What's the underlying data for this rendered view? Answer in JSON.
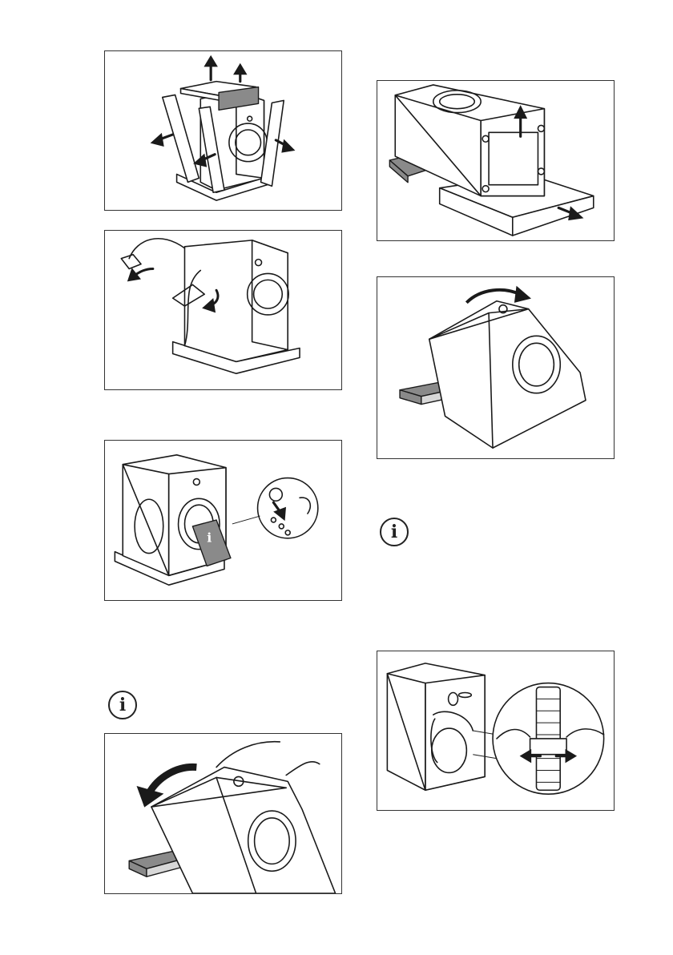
{
  "page": {
    "background": "#ffffff",
    "line_color": "#1a1a1a",
    "accent_gray": "#8a8a8a"
  },
  "figures": [
    {
      "id": "fig-1",
      "icon": "remove-packaging-top-and-corners-illustration"
    },
    {
      "id": "fig-2",
      "icon": "remove-plastic-bag-illustration"
    },
    {
      "id": "fig-3",
      "icon": "remove-accessories-from-drum-illustration"
    },
    {
      "id": "fig-4",
      "icon": "tilt-appliance-backward-illustration"
    },
    {
      "id": "fig-5",
      "icon": "lift-packaging-from-base-illustration"
    },
    {
      "id": "fig-6",
      "icon": "tilt-appliance-sideways-illustration"
    },
    {
      "id": "fig-7",
      "icon": "remove-hose-clips-illustration"
    }
  ],
  "info_icons": [
    {
      "id": "info-left",
      "glyph": "i"
    },
    {
      "id": "info-right",
      "glyph": "i"
    }
  ]
}
